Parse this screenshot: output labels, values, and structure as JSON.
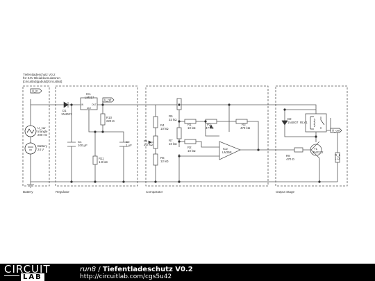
{
  "diagram": {
    "header": {
      "line1": "Tiefentladeschutz V0.2",
      "line2": "für 24V Bleiakkumulatoren",
      "line3": "[circuitlab]gabuld[/circuitlab]"
    },
    "sections": {
      "battery": "Battery",
      "regulator": "Regulator",
      "comparator": "Comparator",
      "output": "Output Stage"
    },
    "nets": {
      "vin": "U_in",
      "ref": "U_ref",
      "out": "U_out"
    },
    "components": {
      "d1_ref": "D1",
      "d1_val": "1N4007",
      "ic1_ref": "IC1",
      "ic1_val": "LM317",
      "ic1_pin_in": "IN",
      "ic1_pin_out": "OUT",
      "ic1_pin_adj": "ADJ",
      "c1_ref": "C1",
      "c1_val": "100 µF",
      "r10_ref": "R10",
      "r10_val": "220 Ω",
      "r11_ref": "R11",
      "r11_val": "1.8 kΩ",
      "c2_ref": "C2",
      "c2_val": "1 µF",
      "src_ref": "U_var",
      "src_line2": "triangle",
      "src_line3": "200 Hz",
      "bat_ref": "Battery",
      "bat_val": "24 V",
      "r4_ref": "R4",
      "r4_val": "10 kΩ",
      "r5_ref": "R5",
      "r5_val": "33 kΩ",
      "p1_ref": "P1",
      "p1_val": "2.2 kΩ",
      "r6_ref": "R6",
      "r6_val": "12 kΩ",
      "r7_ref": "R7",
      "r7_val": "10 kΩ",
      "r1_ref": "R1",
      "r1_val": "10 kΩ",
      "p2_ref": "P2",
      "p2_val": "47 kΩ",
      "r3_ref": "R3",
      "r3_val": "470 kΩ",
      "r2_ref": "R2",
      "r2_val": "10 kΩ",
      "ic2_ref": "IC2",
      "ic2_val": "LM358",
      "d2_ref": "D2",
      "d2_val": "1N4007",
      "rly_ref": "RLY1",
      "r8_ref": "R8",
      "r8_val": "470 Ω",
      "t1_ref": "T1",
      "t1_val": "2N2222",
      "rl_ref": "R_L",
      "rl_val": "1 Ω"
    }
  },
  "footer": {
    "logo_top": "CIRCUIT",
    "logo_bottom": "LAB",
    "user": "run8",
    "separator": " / ",
    "title": "Tiefentladeschutz V0.2",
    "url": "http://circuitlab.com/cgs5u42"
  }
}
